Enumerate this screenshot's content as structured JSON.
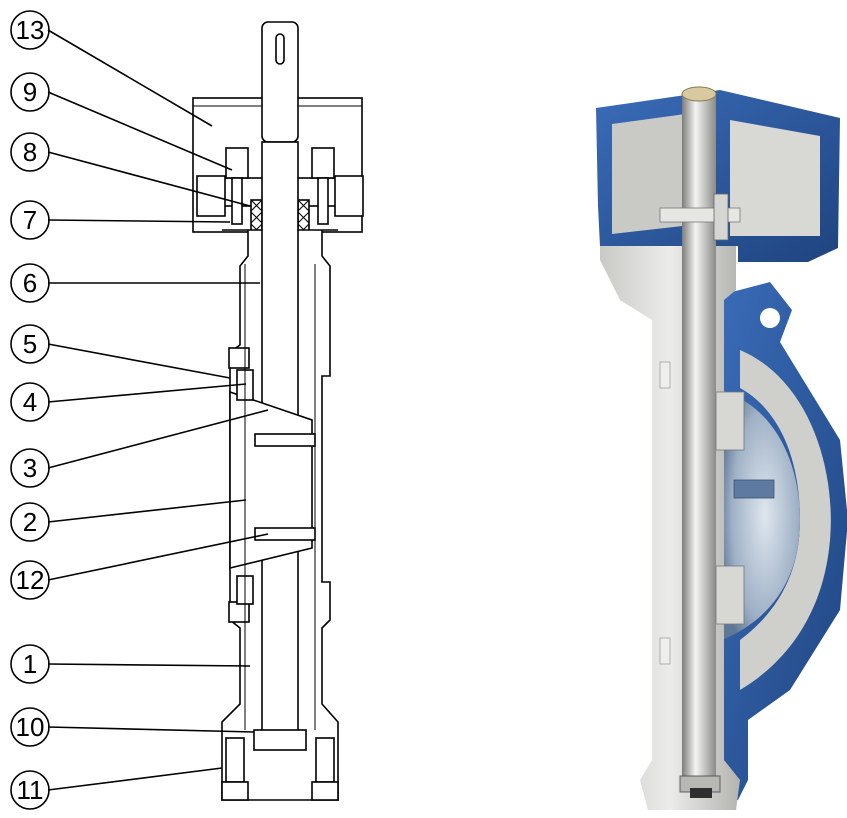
{
  "callouts": [
    {
      "id": "13",
      "label": "13"
    },
    {
      "id": "9",
      "label": "9"
    },
    {
      "id": "8",
      "label": "8"
    },
    {
      "id": "7",
      "label": "7"
    },
    {
      "id": "6",
      "label": "6"
    },
    {
      "id": "5",
      "label": "5"
    },
    {
      "id": "4",
      "label": "4"
    },
    {
      "id": "3",
      "label": "3"
    },
    {
      "id": "2",
      "label": "2"
    },
    {
      "id": "12",
      "label": "12"
    },
    {
      "id": "1",
      "label": "1"
    },
    {
      "id": "10",
      "label": "10"
    },
    {
      "id": "11",
      "label": "11"
    }
  ],
  "colors": {
    "drawing_line": "#000000",
    "render_body_blue": "#2f5fa8",
    "render_body_blue_dark": "#1f447f",
    "render_metal_light": "#dcdcd8",
    "render_metal_mid": "#b9bab6",
    "render_metal_dark": "#8d8e8a"
  }
}
